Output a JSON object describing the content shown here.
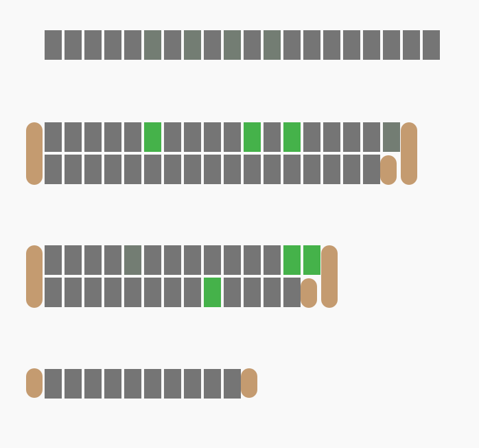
{
  "colors": {
    "available": "#757575",
    "dimmed": "#737d73",
    "selected": "#45b24a",
    "end_cap": "#c49b70",
    "background": "#f9f9f9"
  },
  "blocks": [
    {
      "name": "block-1",
      "rows": [
        [
          "available",
          "available",
          "available",
          "available",
          "available",
          "dimmed",
          "available",
          "dimmed",
          "available",
          "dimmed",
          "available",
          "dimmed",
          "available",
          "available",
          "available",
          "available",
          "available",
          "available",
          "available",
          "available"
        ]
      ],
      "caps": "none"
    },
    {
      "name": "block-2",
      "rows": [
        [
          "available",
          "available",
          "available",
          "available",
          "available",
          "selected",
          "available",
          "available",
          "available",
          "available",
          "selected",
          "available",
          "selected",
          "available",
          "available",
          "available",
          "available",
          "dimmed"
        ],
        [
          "available",
          "available",
          "available",
          "available",
          "available",
          "available",
          "available",
          "available",
          "available",
          "available",
          "available",
          "available",
          "available",
          "available",
          "available",
          "available",
          "available"
        ]
      ],
      "caps": "double"
    },
    {
      "name": "block-3",
      "rows": [
        [
          "available",
          "available",
          "available",
          "available",
          "dimmed",
          "available",
          "available",
          "available",
          "available",
          "available",
          "available",
          "available",
          "selected",
          "selected"
        ],
        [
          "available",
          "available",
          "available",
          "available",
          "available",
          "available",
          "available",
          "available",
          "selected",
          "available",
          "available",
          "available",
          "available"
        ]
      ],
      "caps": "double"
    },
    {
      "name": "block-4",
      "rows": [
        [
          "available",
          "available",
          "available",
          "available",
          "available",
          "available",
          "available",
          "available",
          "available",
          "available"
        ]
      ],
      "caps": "single"
    }
  ]
}
